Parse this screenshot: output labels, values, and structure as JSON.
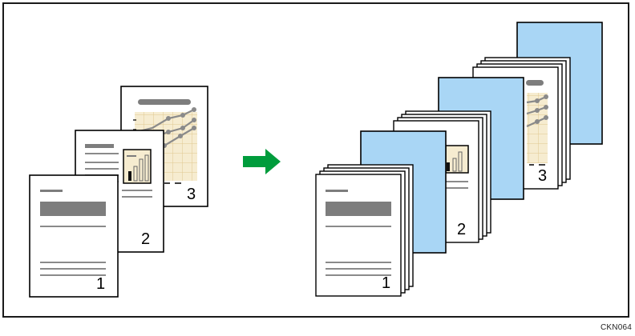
{
  "figure_code": "CKN064",
  "originals": [
    {
      "page": "1"
    },
    {
      "page": "2"
    },
    {
      "page": "3"
    }
  ],
  "output_sets": [
    {
      "page": "1"
    },
    {
      "page": "2"
    },
    {
      "page": "3"
    }
  ],
  "colors": {
    "arrow": "#009c3c",
    "slip_sheet": "#a9d6f5",
    "graphic_fill": "#f6ecd0",
    "bar_gray": "#7d7d7d"
  }
}
